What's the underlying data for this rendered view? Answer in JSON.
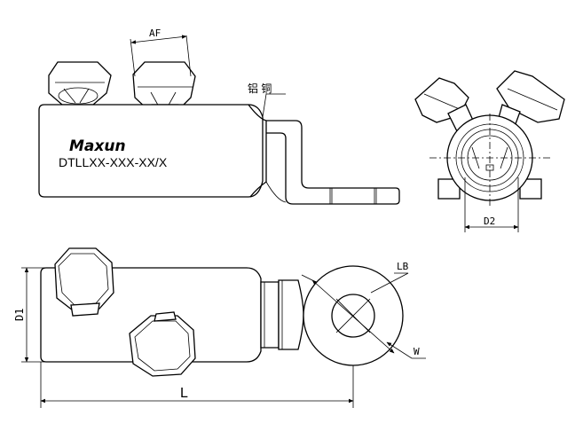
{
  "labels": {
    "af": "AF",
    "material": "铝 铜",
    "brand": "Maxun",
    "model": "DTLLXX-XXX-XX/X",
    "d2": "D2",
    "d1": "D1",
    "lb": "LB",
    "w": "W",
    "l": "L"
  }
}
